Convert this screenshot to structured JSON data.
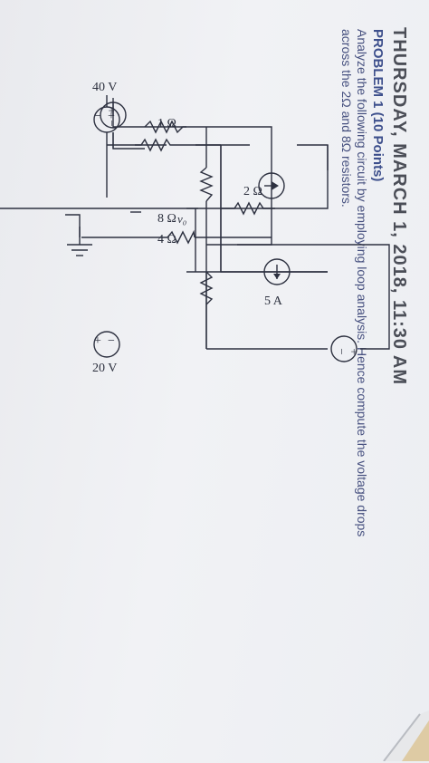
{
  "header": {
    "text": "THURSDAY, MARCH 1, 2018, 11:30 AM"
  },
  "problem": {
    "title": "PROBLEM 1 (10 Points)",
    "line1": "Analyze the following circuit by employing loop analysis. Hence compute the voltage drops",
    "line2": "across the 2Ω and 8Ω resistors."
  },
  "circuit": {
    "v_source_left": "40 V",
    "v_source_left_plus": "+",
    "v_source_left_minus": "−",
    "r1": "1 Ω",
    "r2": "2 Ω",
    "current_source": "5 A",
    "r4": "4 Ω",
    "node_label": "v₀",
    "r8": "8 Ω",
    "v_source_right": "20 V",
    "v_source_right_plus": "+",
    "v_source_right_minus": "−"
  }
}
